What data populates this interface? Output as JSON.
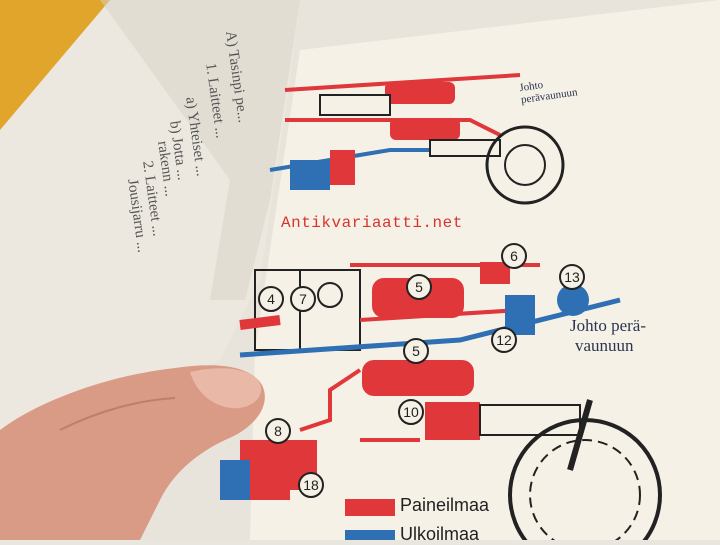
{
  "watermark": "Antikvariaatti.net",
  "diagram": {
    "top_label": "Johto perävaunuun",
    "main_label_line1": "Johto perä-",
    "main_label_line2": "vaunuun",
    "numbers": [
      "4",
      "7",
      "5",
      "6",
      "13",
      "12",
      "5",
      "10",
      "8",
      "18"
    ]
  },
  "legend": [
    {
      "label": "Paineilmaa",
      "color": "#e0383a"
    },
    {
      "label": "Ulkoilmaa",
      "color": "#2f6fb3"
    }
  ],
  "left_page_text": [
    "A) Tasinpi pe...",
    "1. Laitteet ...",
    "a) Yhteiset ...",
    "b) Jotta ...",
    "rakenn ...",
    "2. Laitteet ...",
    "Jousijarru ..."
  ],
  "colors": {
    "air": "#e0383a",
    "outside_air": "#2f6fb3",
    "paper": "#f6f1e6"
  }
}
